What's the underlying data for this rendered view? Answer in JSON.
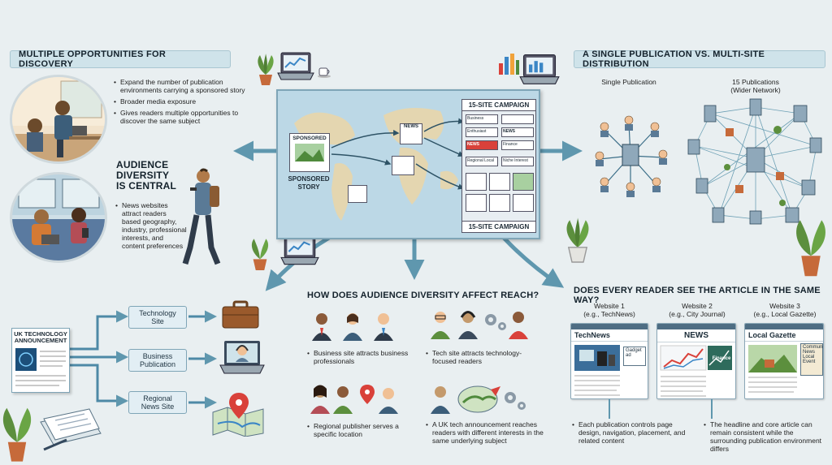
{
  "discovery": {
    "banner": "MULTIPLE OPPORTUNITIES FOR DISCOVERY",
    "bullets": [
      "Expand the number of publication environments carrying a sponsored story",
      "Broader media exposure",
      "Gives readers multiple opportunities to discover the same subject"
    ]
  },
  "diversity": {
    "title_lines": [
      "AUDIENCE",
      "DIVERSITY",
      "IS CENTRAL"
    ],
    "bullet": "News websites attract readers based geography, industry, professional interests, and content preferences"
  },
  "center_map": {
    "sponsored_card_label": "SPONSORED",
    "sponsored_story_label": "SPONSORED STORY",
    "news_label": "NEWS",
    "campaign_title_top": "15-SITE CAMPAIGN",
    "campaign_title_bottom": "15-SITE CAMPAIGN",
    "campaign_tiles": [
      "Business",
      "Enthusiast",
      "NEWS",
      "Finance",
      "Regional Local",
      "Niche Interest"
    ]
  },
  "distribution": {
    "banner": "A SINGLE PUBLICATION VS. MULTI-SITE DISTRIBUTION",
    "single_label": "Single Publication",
    "multi_label_lines": [
      "15 Publications",
      "(Wider Network)"
    ]
  },
  "flow": {
    "source_label_lines": [
      "UK TECHNOLOGY",
      "ANNOUNCEMENT"
    ],
    "targets": [
      {
        "label_lines": [
          "Technology",
          "Site"
        ]
      },
      {
        "label_lines": [
          "Business",
          "Publication"
        ]
      },
      {
        "label_lines": [
          "Regional",
          "News Site"
        ]
      }
    ]
  },
  "reach": {
    "title": "HOW DOES AUDIENCE DIVERSITY AFFECT REACH?",
    "items": [
      "Business site attracts business professionals",
      "Tech site attracts technology-focused readers",
      "Regional publisher serves a specific location",
      "A UK tech announcement reaches readers with different interests in the same underlying subject"
    ]
  },
  "readers": {
    "title": "DOES EVERY READER SEE THE ARTICLE IN THE SAME WAY?",
    "websites": [
      {
        "label": "Website 1",
        "example": "(e.g., TechNews)",
        "brand": "TechNews",
        "tile": "Gadget ad"
      },
      {
        "label": "Website 2",
        "example": "(e.g., City Journal)",
        "brand": "NEWS",
        "tile": "Finance"
      },
      {
        "label": "Website 3",
        "example": "(e.g., Local Gazette)",
        "brand": "Local Gazette",
        "tile": "Community News Local Event"
      }
    ],
    "bullets": [
      "Each publication controls page design, navigation, placement, and related content",
      "The headline and core article can remain consistent while the surrounding publication environment differs"
    ]
  },
  "colors": {
    "background": "#e9eff1",
    "banner": "#cfe3ea",
    "arrow": "#5f97ae",
    "map_water": "#bcd8e6",
    "map_land": "#e4d6b0",
    "accent_red": "#d9413a"
  }
}
